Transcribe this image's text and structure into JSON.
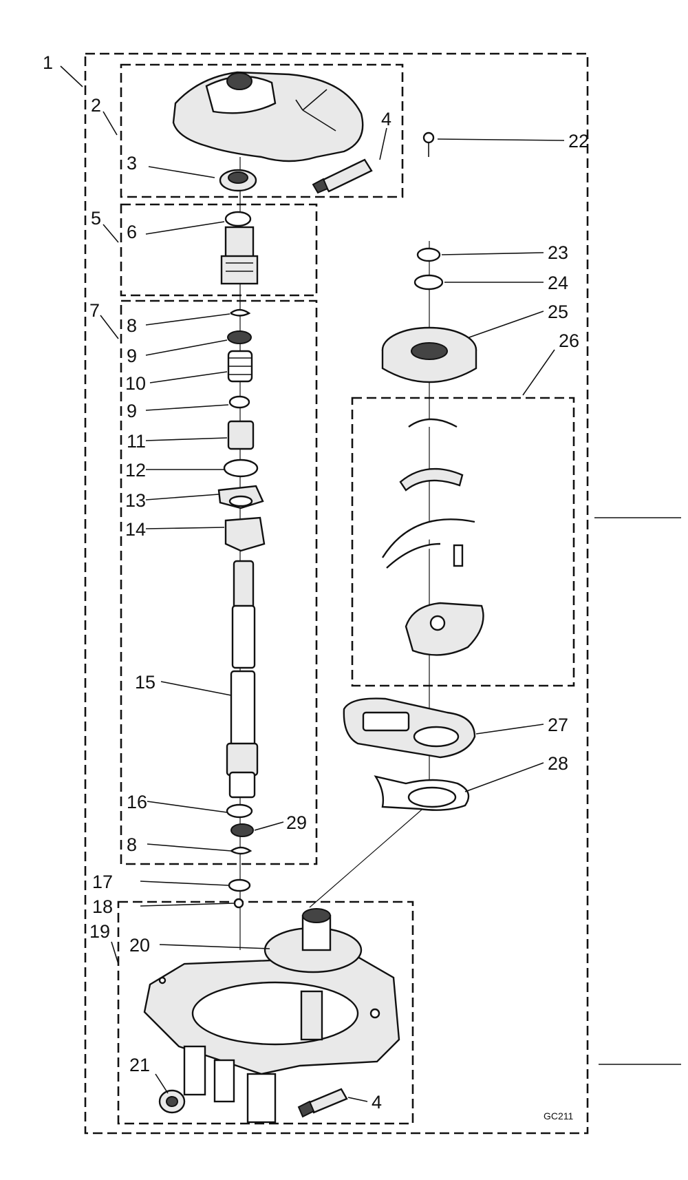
{
  "diagram": {
    "labels": [
      "1",
      "2",
      "3",
      "4",
      "5",
      "6",
      "7",
      "8",
      "9",
      "10",
      "9",
      "11",
      "12",
      "13",
      "14",
      "15",
      "16",
      "29",
      "8",
      "17",
      "18",
      "19",
      "20",
      "21",
      "4",
      "22",
      "23",
      "24",
      "25",
      "26",
      "27",
      "28"
    ],
    "code": "GC211"
  }
}
